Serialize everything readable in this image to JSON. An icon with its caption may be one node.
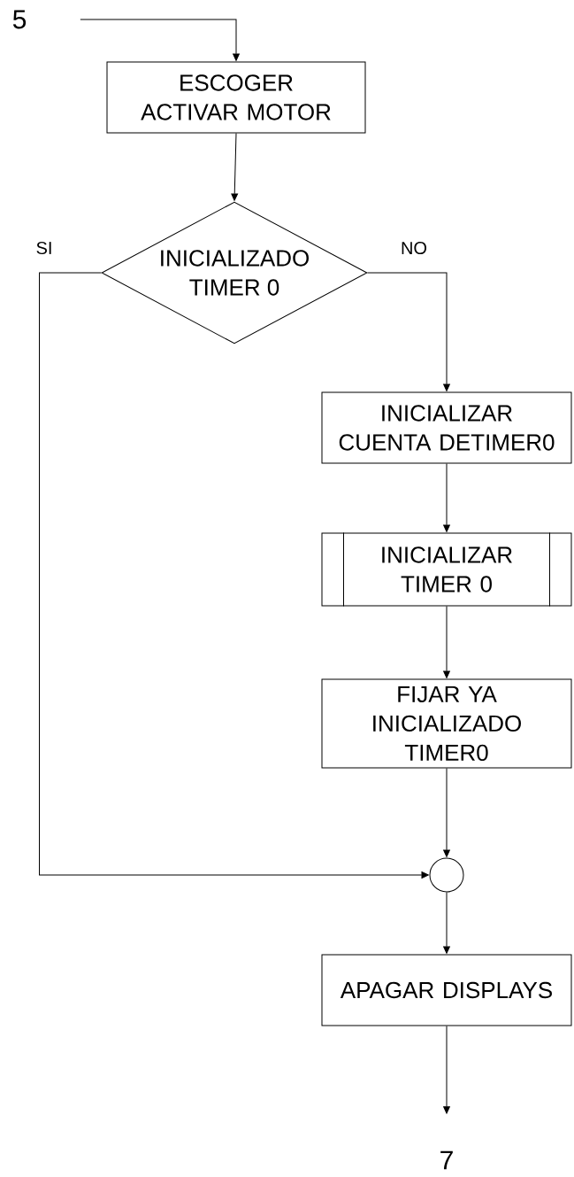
{
  "diagram": {
    "nodes": [
      {
        "text": [
          "5"
        ]
      },
      {
        "text": [
          "ESCOGER ACTIVAR MOTOR"
        ]
      },
      {
        "text": [
          "INICIALIZADO TIMER 0"
        ]
      },
      {
        "text": [
          "INICIALIZAR CUENTA DETIMER0"
        ]
      },
      {
        "text": [
          "INICIALIZAR TIMER 0"
        ]
      },
      {
        "text": [
          "FIJAR YA INICIALIZADO TIMER0"
        ]
      },
      {
        "text": [],
        "shape": "circle"
      },
      {
        "text": [
          "APAGAR DISPLAYS"
        ]
      },
      {
        "text": [
          "7"
        ]
      }
    ],
    "edges": [
      {
        "from": 0,
        "to": 1,
        "arrow": "to"
      },
      {
        "from": 1,
        "to": 2,
        "arrow": "to"
      },
      {
        "from": 2,
        "to": 3,
        "arrow": "to",
        "label": "NO"
      },
      {
        "from": 3,
        "to": 4,
        "arrow": "to"
      },
      {
        "from": 4,
        "to": 5,
        "arrow": "to"
      },
      {
        "from": 5,
        "to": 6,
        "arrow": "to"
      },
      {
        "from": 2,
        "to": 6,
        "arrow": "to",
        "label": "SI"
      },
      {
        "from": 6,
        "to": 7,
        "arrow": "to"
      },
      {
        "from": 7,
        "to": 8,
        "arrow": "to"
      }
    ]
  }
}
